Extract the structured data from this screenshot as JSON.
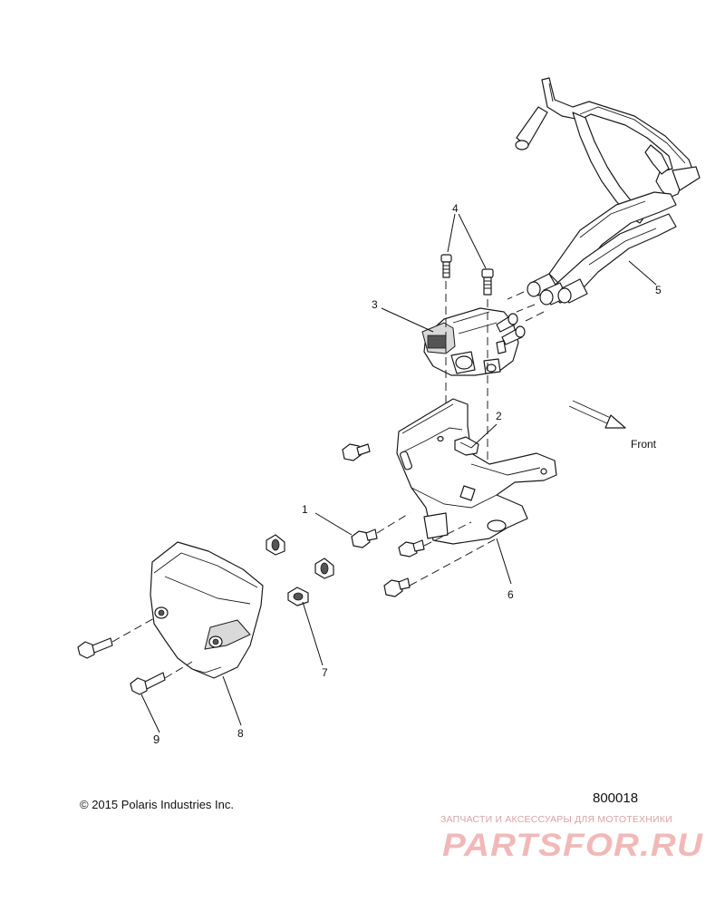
{
  "callouts": {
    "c1": "1",
    "c2": "2",
    "c3": "3",
    "c4": "4",
    "c5": "5",
    "c6": "6",
    "c7": "7",
    "c8": "8",
    "c9": "9"
  },
  "direction_label": "Front",
  "copyright": "© 2015 Polaris Industries Inc.",
  "diagram_code": "800018",
  "watermark": {
    "tagline": "ЗАПЧАСТИ И АКСЕССУАРЫ ДЛЯ МОТОТЕХНИКИ",
    "logo_text": "PARTSFOR.RU",
    "logo_color": "#f2b8b8"
  }
}
